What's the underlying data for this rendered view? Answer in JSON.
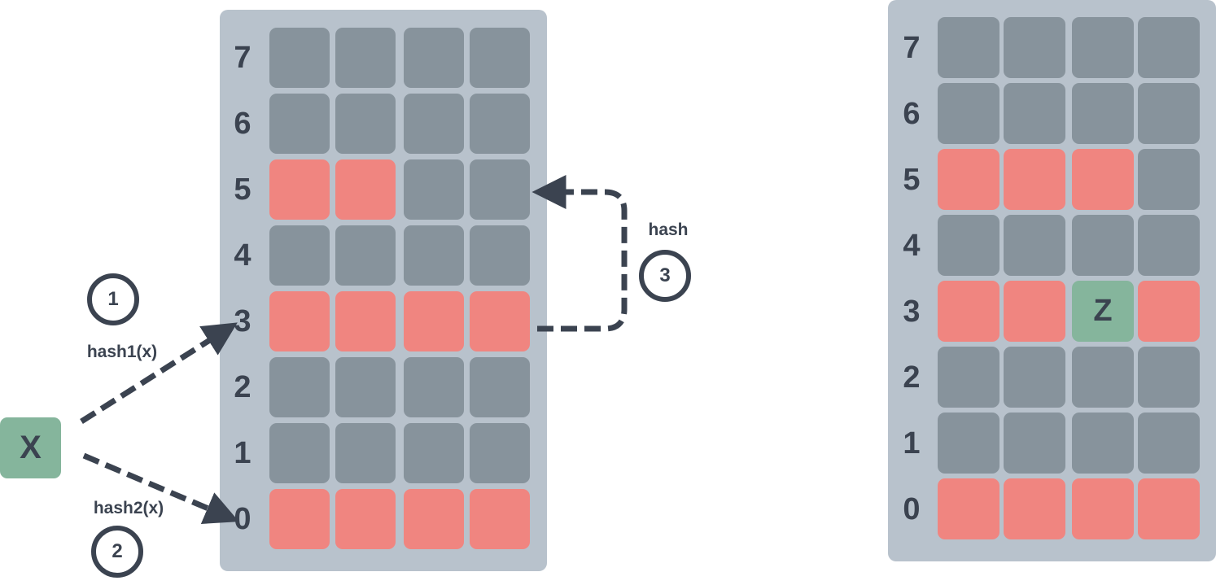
{
  "left_table": {
    "row_labels": [
      "7",
      "6",
      "5",
      "4",
      "3",
      "2",
      "1",
      "0"
    ],
    "rows": [
      {
        "label": "7",
        "cells": [
          "empty",
          "empty",
          "empty",
          "empty"
        ]
      },
      {
        "label": "6",
        "cells": [
          "empty",
          "empty",
          "empty",
          "empty"
        ]
      },
      {
        "label": "5",
        "cells": [
          "filled",
          "filled",
          "empty",
          "empty"
        ]
      },
      {
        "label": "4",
        "cells": [
          "empty",
          "empty",
          "empty",
          "empty"
        ]
      },
      {
        "label": "3",
        "cells": [
          "filled",
          "filled",
          "filled",
          "filled"
        ]
      },
      {
        "label": "2",
        "cells": [
          "empty",
          "empty",
          "empty",
          "empty"
        ]
      },
      {
        "label": "1",
        "cells": [
          "empty",
          "empty",
          "empty",
          "empty"
        ]
      },
      {
        "label": "0",
        "cells": [
          "filled",
          "filled",
          "filled",
          "filled"
        ]
      }
    ]
  },
  "right_table": {
    "row_labels": [
      "7",
      "6",
      "5",
      "4",
      "3",
      "2",
      "1",
      "0"
    ],
    "rows": [
      {
        "label": "7",
        "cells": [
          "empty",
          "empty",
          "empty",
          "empty"
        ]
      },
      {
        "label": "6",
        "cells": [
          "empty",
          "empty",
          "empty",
          "empty"
        ]
      },
      {
        "label": "5",
        "cells": [
          "filled",
          "filled",
          "filled",
          "empty"
        ]
      },
      {
        "label": "4",
        "cells": [
          "empty",
          "empty",
          "empty",
          "empty"
        ]
      },
      {
        "label": "3",
        "cells": [
          "filled",
          "filled",
          "item",
          "filled"
        ]
      },
      {
        "label": "2",
        "cells": [
          "empty",
          "empty",
          "empty",
          "empty"
        ]
      },
      {
        "label": "1",
        "cells": [
          "empty",
          "empty",
          "empty",
          "empty"
        ]
      },
      {
        "label": "0",
        "cells": [
          "filled",
          "filled",
          "filled",
          "filled"
        ]
      }
    ],
    "item_label": "Z"
  },
  "input_item": {
    "label": "X"
  },
  "steps": [
    {
      "number": "1",
      "label": "hash1(x)"
    },
    {
      "number": "2",
      "label": "hash2(x)"
    },
    {
      "number": "3",
      "label": "hash"
    }
  ],
  "colors": {
    "panel": "#b8c2cc",
    "empty_cell": "#87939c",
    "filled_cell": "#f08580",
    "item": "#85b59c",
    "ink": "#3b4350"
  }
}
